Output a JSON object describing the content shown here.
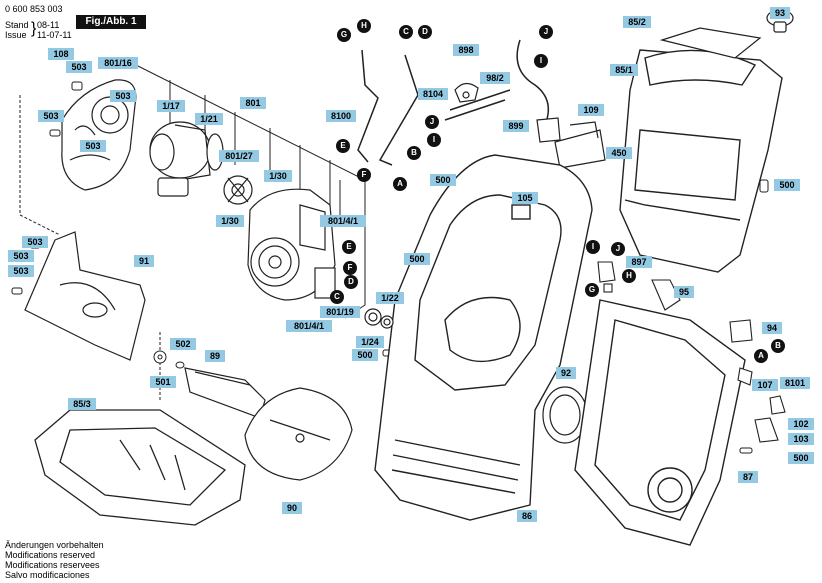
{
  "header": {
    "doc_number": "0 600 853 003",
    "stand_label": "Stand",
    "stand_value": "08-11",
    "issue_label": "Issue",
    "issue_value": "11-07-11",
    "fig_label": "Fig./Abb. 1"
  },
  "footer": {
    "lines": [
      "Änderungen vorbehalten",
      "Modifications reserved",
      "Modifications reservees",
      "Salvo modificaciones"
    ]
  },
  "colors": {
    "label_bg": "#93c9e3",
    "circle_bg": "#111111",
    "line": "#222222",
    "part_fill": "#ffffff"
  },
  "part_labels": [
    {
      "id": "p108",
      "text": "108"
    },
    {
      "id": "p503a",
      "text": "503"
    },
    {
      "id": "p801_16",
      "text": "801/16"
    },
    {
      "id": "p503b",
      "text": "503"
    },
    {
      "id": "p503c",
      "text": "503"
    },
    {
      "id": "p503d",
      "text": "503"
    },
    {
      "id": "p1_17",
      "text": "1/17"
    },
    {
      "id": "p1_21",
      "text": "1/21"
    },
    {
      "id": "p801",
      "text": "801"
    },
    {
      "id": "p801_27",
      "text": "801/27"
    },
    {
      "id": "p1_30a",
      "text": "1/30"
    },
    {
      "id": "p1_30b",
      "text": "1/30"
    },
    {
      "id": "p801_4_1a",
      "text": "801/4/1"
    },
    {
      "id": "p503e",
      "text": "503"
    },
    {
      "id": "p503f",
      "text": "503"
    },
    {
      "id": "p503g",
      "text": "503"
    },
    {
      "id": "p91",
      "text": "91"
    },
    {
      "id": "p801_19",
      "text": "801/19"
    },
    {
      "id": "p801_4_1b",
      "text": "801/4/1"
    },
    {
      "id": "p502",
      "text": "502"
    },
    {
      "id": "p501",
      "text": "501"
    },
    {
      "id": "p89",
      "text": "89"
    },
    {
      "id": "p85_3",
      "text": "85/3"
    },
    {
      "id": "p90",
      "text": "90"
    },
    {
      "id": "p8100",
      "text": "8100"
    },
    {
      "id": "p8104",
      "text": "8104"
    },
    {
      "id": "p898",
      "text": "898"
    },
    {
      "id": "p98_2",
      "text": "98/2"
    },
    {
      "id": "p899",
      "text": "899"
    },
    {
      "id": "p109",
      "text": "109"
    },
    {
      "id": "p500a",
      "text": "500"
    },
    {
      "id": "p105",
      "text": "105"
    },
    {
      "id": "p500b",
      "text": "500"
    },
    {
      "id": "p1_22",
      "text": "1/22"
    },
    {
      "id": "p1_24",
      "text": "1/24"
    },
    {
      "id": "p500c",
      "text": "500"
    },
    {
      "id": "p92",
      "text": "92"
    },
    {
      "id": "p86",
      "text": "86"
    },
    {
      "id": "p85_2",
      "text": "85/2"
    },
    {
      "id": "p93",
      "text": "93"
    },
    {
      "id": "p85_1",
      "text": "85/1"
    },
    {
      "id": "p450",
      "text": "450"
    },
    {
      "id": "p500d",
      "text": "500"
    },
    {
      "id": "p897",
      "text": "897"
    },
    {
      "id": "p95",
      "text": "95"
    },
    {
      "id": "p94",
      "text": "94"
    },
    {
      "id": "p107",
      "text": "107"
    },
    {
      "id": "p8101",
      "text": "8101"
    },
    {
      "id": "p102",
      "text": "102"
    },
    {
      "id": "p103",
      "text": "103"
    },
    {
      "id": "p500e",
      "text": "500"
    },
    {
      "id": "p87",
      "text": "87"
    }
  ],
  "connector_labels": [
    {
      "id": "cG1",
      "text": "G"
    },
    {
      "id": "cH1",
      "text": "H"
    },
    {
      "id": "cC1",
      "text": "C"
    },
    {
      "id": "cD1",
      "text": "D"
    },
    {
      "id": "cJ1",
      "text": "J"
    },
    {
      "id": "cI1",
      "text": "I"
    },
    {
      "id": "cJ2",
      "text": "J"
    },
    {
      "id": "cI2",
      "text": "I"
    },
    {
      "id": "cE1",
      "text": "E"
    },
    {
      "id": "cF1",
      "text": "F"
    },
    {
      "id": "cB1",
      "text": "B"
    },
    {
      "id": "cA1",
      "text": "A"
    },
    {
      "id": "cE2",
      "text": "E"
    },
    {
      "id": "cF2",
      "text": "F"
    },
    {
      "id": "cD2",
      "text": "D"
    },
    {
      "id": "cC2",
      "text": "C"
    },
    {
      "id": "cI3",
      "text": "I"
    },
    {
      "id": "cJ3",
      "text": "J"
    },
    {
      "id": "cH2",
      "text": "H"
    },
    {
      "id": "cG2",
      "text": "G"
    },
    {
      "id": "cA2",
      "text": "A"
    },
    {
      "id": "cB2",
      "text": "B"
    }
  ]
}
